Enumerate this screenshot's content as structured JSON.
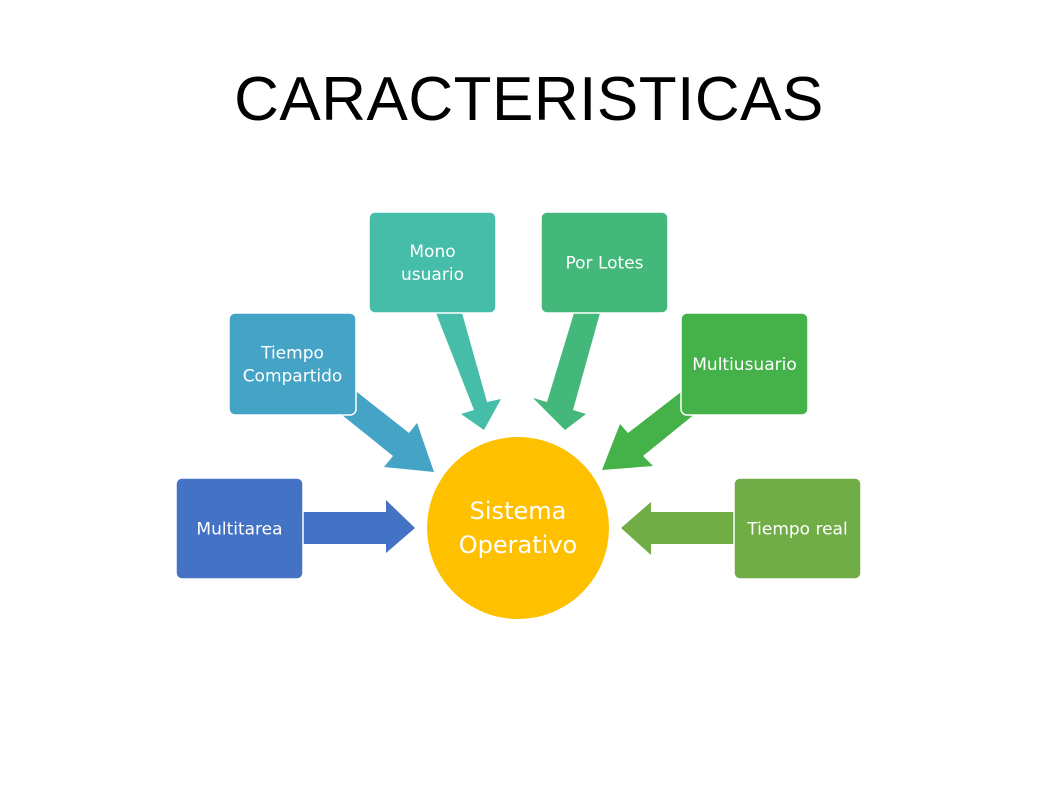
{
  "slide": {
    "title": "CARACTERISTICAS"
  },
  "diagram": {
    "center": {
      "lines": [
        "Sistema",
        "Operativo"
      ],
      "color": "#FFC000"
    },
    "nodes": [
      {
        "id": "multitarea",
        "lines": [
          "Multitarea"
        ],
        "color": "#4472C4",
        "arrow_color": "#4472C4"
      },
      {
        "id": "tiempo-compartido",
        "lines": [
          "Tiempo",
          "Compartido"
        ],
        "color": "#45A3C6",
        "arrow_color": "#45A3C6"
      },
      {
        "id": "mono-usuario",
        "lines": [
          "Mono",
          "usuario"
        ],
        "color": "#45BDA8",
        "arrow_color": "#45BDA8"
      },
      {
        "id": "por-lotes",
        "lines": [
          "Por Lotes"
        ],
        "color": "#44B87A",
        "arrow_color": "#44B87A"
      },
      {
        "id": "multiusuario",
        "lines": [
          "Multiusuario"
        ],
        "color": "#44B149",
        "arrow_color": "#44B149"
      },
      {
        "id": "tiempo-real",
        "lines": [
          "Tiempo real"
        ],
        "color": "#70AD47",
        "arrow_color": "#70AD47"
      }
    ]
  }
}
